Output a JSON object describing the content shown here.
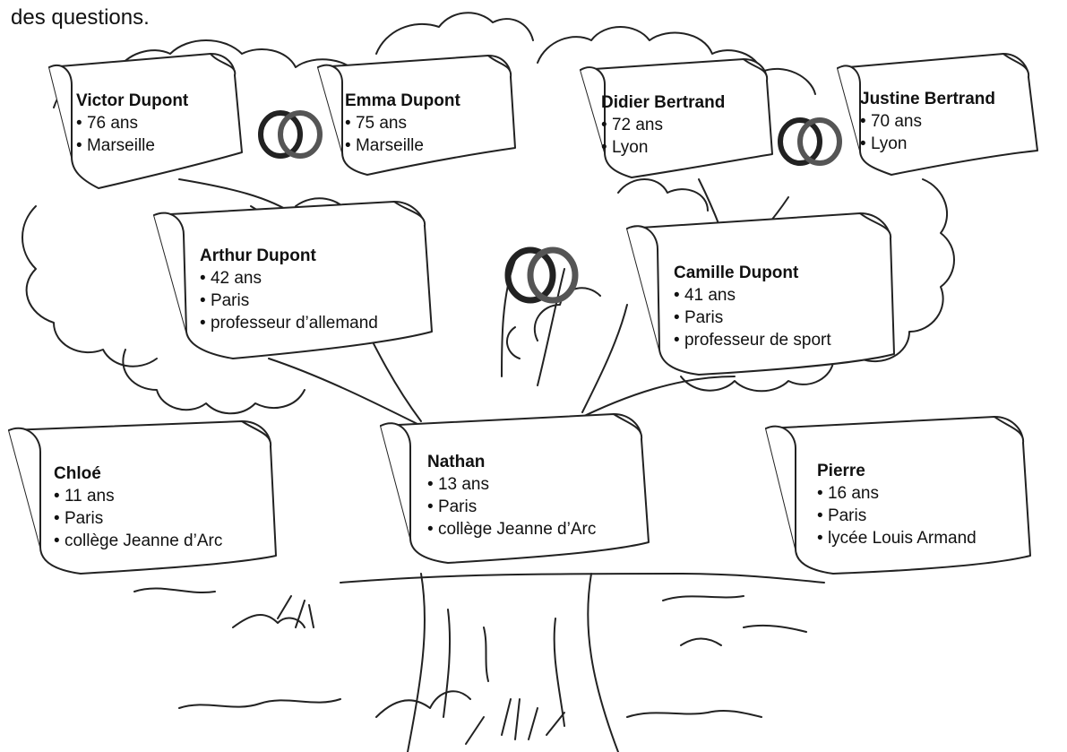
{
  "intro_text": "des questions.",
  "people": {
    "victor": {
      "name": "Victor Dupont",
      "lines": [
        "76 ans",
        "Marseille"
      ]
    },
    "emma": {
      "name": "Emma Dupont",
      "lines": [
        "75 ans",
        "Marseille"
      ]
    },
    "didier": {
      "name": "Didier Bertrand",
      "lines": [
        "72 ans",
        "Lyon"
      ]
    },
    "justine": {
      "name": "Justine Bertrand",
      "lines": [
        "70 ans",
        "Lyon"
      ]
    },
    "arthur": {
      "name": "Arthur Dupont",
      "lines": [
        "42 ans",
        "Paris",
        "professeur d’allemand"
      ]
    },
    "camille": {
      "name": "Camille Dupont",
      "lines": [
        "41 ans",
        "Paris",
        "professeur de sport"
      ]
    },
    "chloe": {
      "name": "Chloé",
      "lines": [
        "11 ans",
        "Paris",
        "collège Jeanne d’Arc"
      ]
    },
    "nathan": {
      "name": "Nathan",
      "lines": [
        "13 ans",
        "Paris",
        "collège Jeanne d’Arc"
      ]
    },
    "pierre": {
      "name": "Pierre",
      "lines": [
        "16 ans",
        "Paris",
        "lycée Louis Armand"
      ]
    }
  },
  "marriages": [
    "victor-emma",
    "didier-justine",
    "arthur-camille"
  ]
}
